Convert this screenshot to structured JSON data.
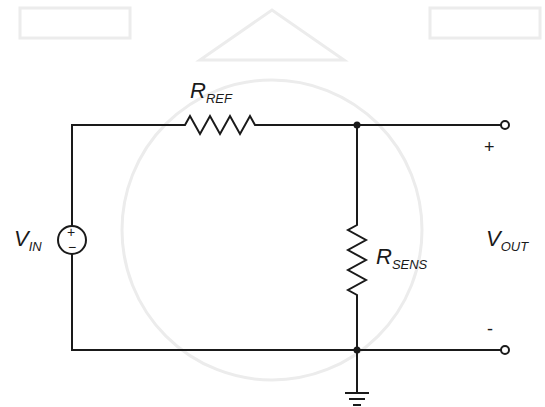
{
  "diagram": {
    "labels": [
      "R",
      "REF",
      "V",
      "IN",
      "+",
      "−",
      "R",
      "SENS",
      "V",
      "OUT",
      "+",
      "-"
    ]
  }
}
